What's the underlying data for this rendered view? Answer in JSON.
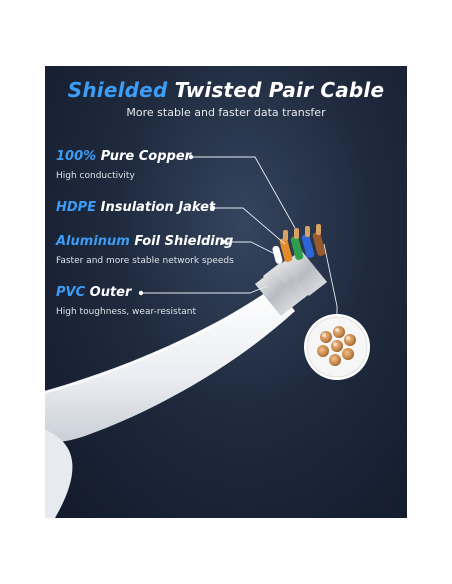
{
  "header": {
    "title_accent": "Shielded",
    "title_rest": " Twisted Pair Cable",
    "subtitle": "More stable and faster data transfer"
  },
  "features": [
    {
      "accent": "100%",
      "rest": " Pure Copper",
      "desc": "High conductivity"
    },
    {
      "accent": "HDPE",
      "rest": " Insulation Jaket",
      "desc": ""
    },
    {
      "accent": "Aluminum",
      "rest": " Foil Shielding",
      "desc": "Faster and more stable network speeds"
    },
    {
      "accent": "PVC",
      "rest": " Outer",
      "desc": "High toughness, wear-resistant"
    }
  ],
  "colors": {
    "accent": "#3d9cf5",
    "background": "#1a2335",
    "cable": "#f4f5f7",
    "copper": "#c8894a"
  }
}
